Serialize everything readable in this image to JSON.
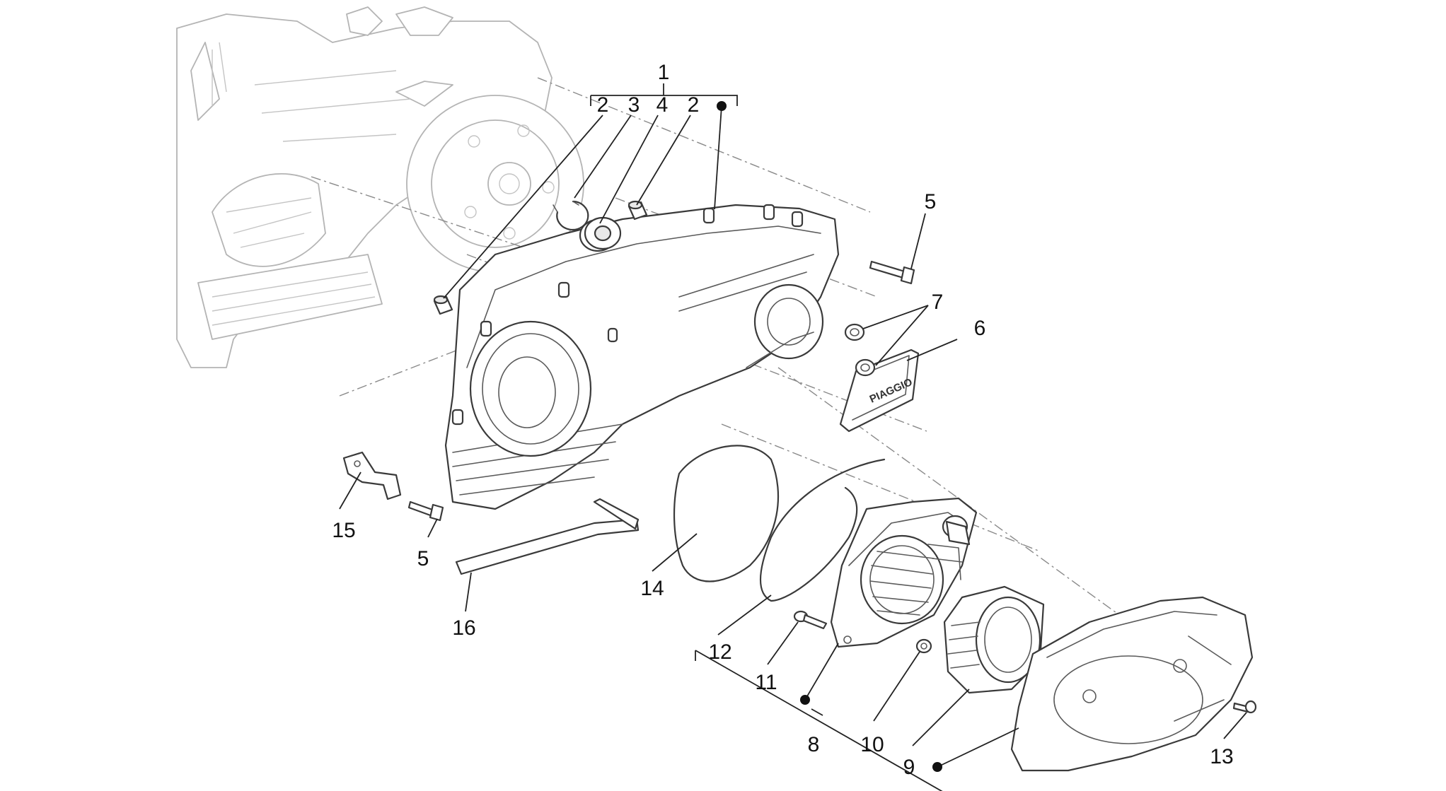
{
  "callouts": {
    "c1": "1",
    "c2a": "2",
    "c3": "3",
    "c4": "4",
    "c2b": "2",
    "c5a": "5",
    "c7": "7",
    "c6": "6",
    "c15": "15",
    "c5b": "5",
    "c16": "16",
    "c14": "14",
    "c12": "12",
    "c11": "11",
    "c8": "8",
    "c10": "10",
    "c9": "9",
    "c13": "13"
  },
  "cover_brand": "PIAGGIO",
  "colors": {
    "line": "#3a3a3a",
    "ghost": "#b4b4b4",
    "text": "#111111",
    "background": "#ffffff"
  }
}
